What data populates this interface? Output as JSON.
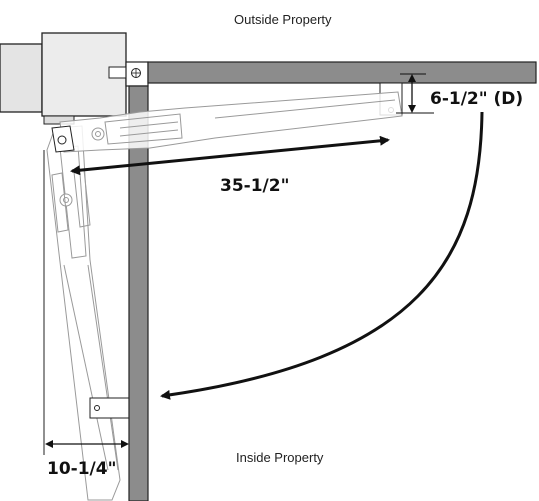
{
  "labels": {
    "outside": "Outside Property",
    "inside": "Inside Property"
  },
  "dimensions": {
    "arm_length": "35-1/2\"",
    "offset_d": "6-1/2\" (D)",
    "setback": "10-1/4\""
  },
  "colors": {
    "post_fill": "#8c8c8c",
    "stroke": "#222222",
    "arm_fill": "#ffffff",
    "ghost_stroke": "#9a9a9a",
    "motor_fill": "#e4e4e4"
  }
}
